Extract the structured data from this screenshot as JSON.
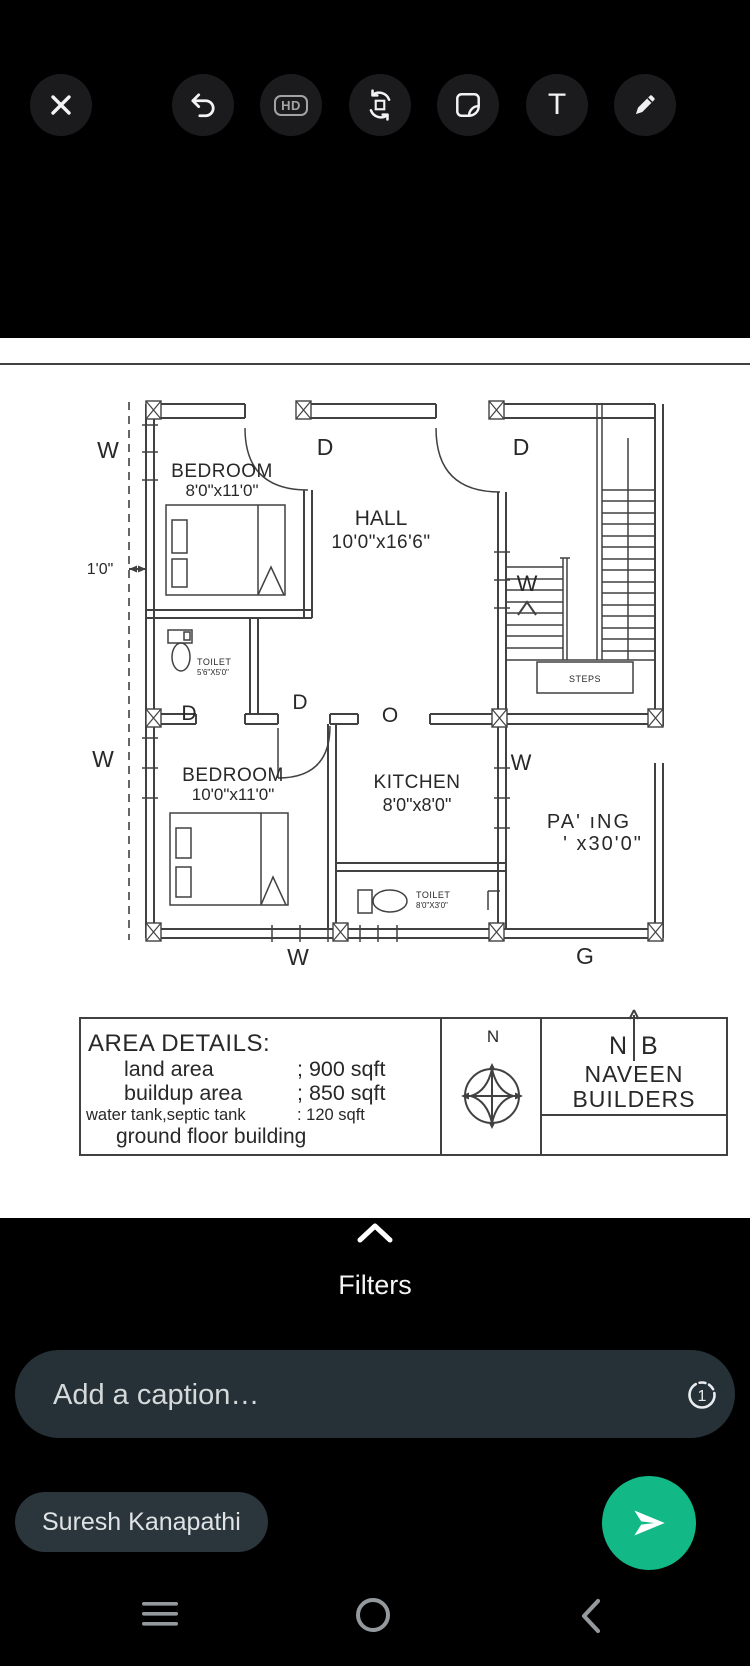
{
  "toolbar": {
    "hd_label": "HD",
    "text_tool_label": "T"
  },
  "floorplan": {
    "labels": {
      "window": "W",
      "door": "D",
      "opening": "O",
      "gate": "G",
      "north": "N",
      "steps": "STEPS",
      "dim_left": "1'0\""
    },
    "rooms": {
      "bedroom1": {
        "name": "BEDROOM",
        "dims": "8'0\"x11'0\""
      },
      "bedroom2": {
        "name": "BEDROOM",
        "dims": "10'0\"x11'0\""
      },
      "hall": {
        "name": "HALL",
        "dims": "10'0\"x16'6\""
      },
      "kitchen": {
        "name": "KITCHEN",
        "dims": "8'0\"x8'0\""
      },
      "toilet1": {
        "name": "TOILET",
        "dims": "5'6\"X5'0\""
      },
      "toilet2": {
        "name": "TOILET",
        "dims": "8'0\"X3'0\""
      },
      "parking": {
        "line1": "PA'  ıNG",
        "line2": "'   x30'0\""
      }
    },
    "area_details": {
      "title": "AREA DETAILS:",
      "rows": [
        {
          "label": "land area",
          "value": "; 900 sqft"
        },
        {
          "label": "buildup area",
          "value": "; 850  sqft"
        },
        {
          "label": "water tank,septic tank",
          "value": ": 120    sqft"
        },
        {
          "label": "ground floor building",
          "value": ""
        }
      ]
    },
    "builder": {
      "n": "N",
      "b": "B",
      "line1": "NAVEEN",
      "line2": "BUILDERS"
    }
  },
  "footer": {
    "filters_label": "Filters",
    "caption_placeholder": "Add a caption…",
    "view_once": "1",
    "recipient": "Suresh Kanapathi"
  }
}
